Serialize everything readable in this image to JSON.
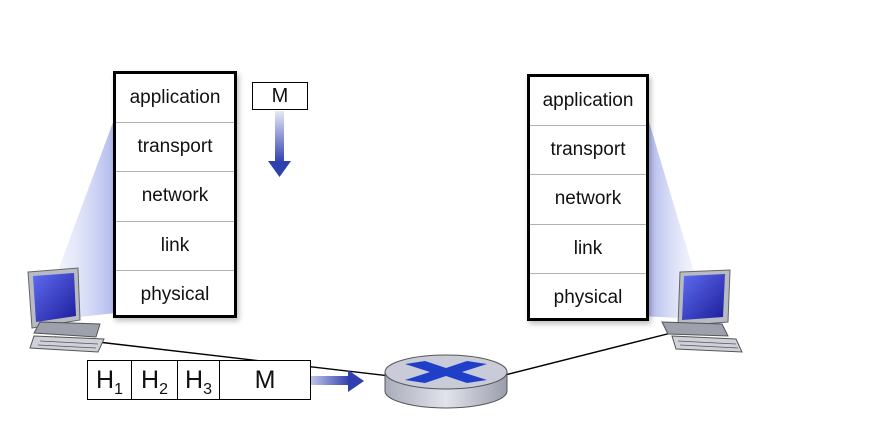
{
  "left_host": {
    "layers": [
      "application",
      "transport",
      "network",
      "link",
      "physical"
    ]
  },
  "right_host": {
    "layers": [
      "application",
      "transport",
      "network",
      "link",
      "physical"
    ]
  },
  "message": {
    "label": "M"
  },
  "packet": {
    "h1_letter": "H",
    "h1_sub": "1",
    "h2_letter": "H",
    "h2_sub": "2",
    "h3_letter": "H",
    "h3_sub": "3",
    "payload": "M"
  },
  "colors": {
    "arrow_blue": "#2f3fae",
    "router_body": "#c9ccd8",
    "router_mark": "#1f3fc9",
    "screen_blue": "#3a3ad0"
  }
}
